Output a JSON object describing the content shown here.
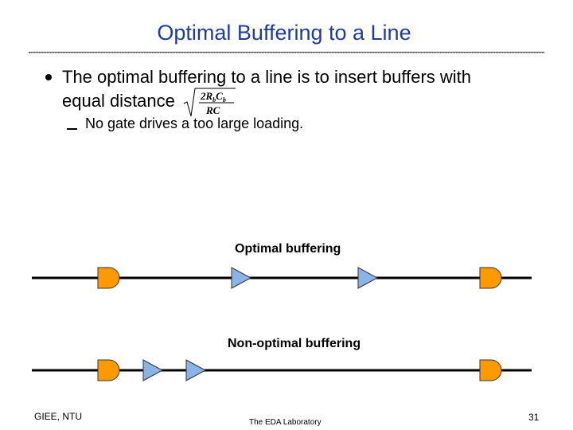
{
  "title": "Optimal Buffering to a Line",
  "bullet": {
    "line1": "The optimal buffering to a line is to insert buffers with",
    "line2": "equal distance"
  },
  "formula": {
    "numerator_coef": "2",
    "numerator_r": "R",
    "numerator_r_sub": "b",
    "numerator_c": "C",
    "numerator_c_sub": "b",
    "denominator": "RC"
  },
  "sub_bullet": "No gate drives a too large loading.",
  "diagrams": {
    "optimal_label": "Optimal buffering",
    "non_optimal_label": "Non-optimal buffering"
  },
  "colors": {
    "title": "#1f3c99",
    "gate_fill": "#ff9900",
    "buffer_fill": "#8ab4e8"
  },
  "footer": {
    "left": "GIEE, NTU",
    "center": "The EDA Laboratory",
    "page_number": "31"
  }
}
